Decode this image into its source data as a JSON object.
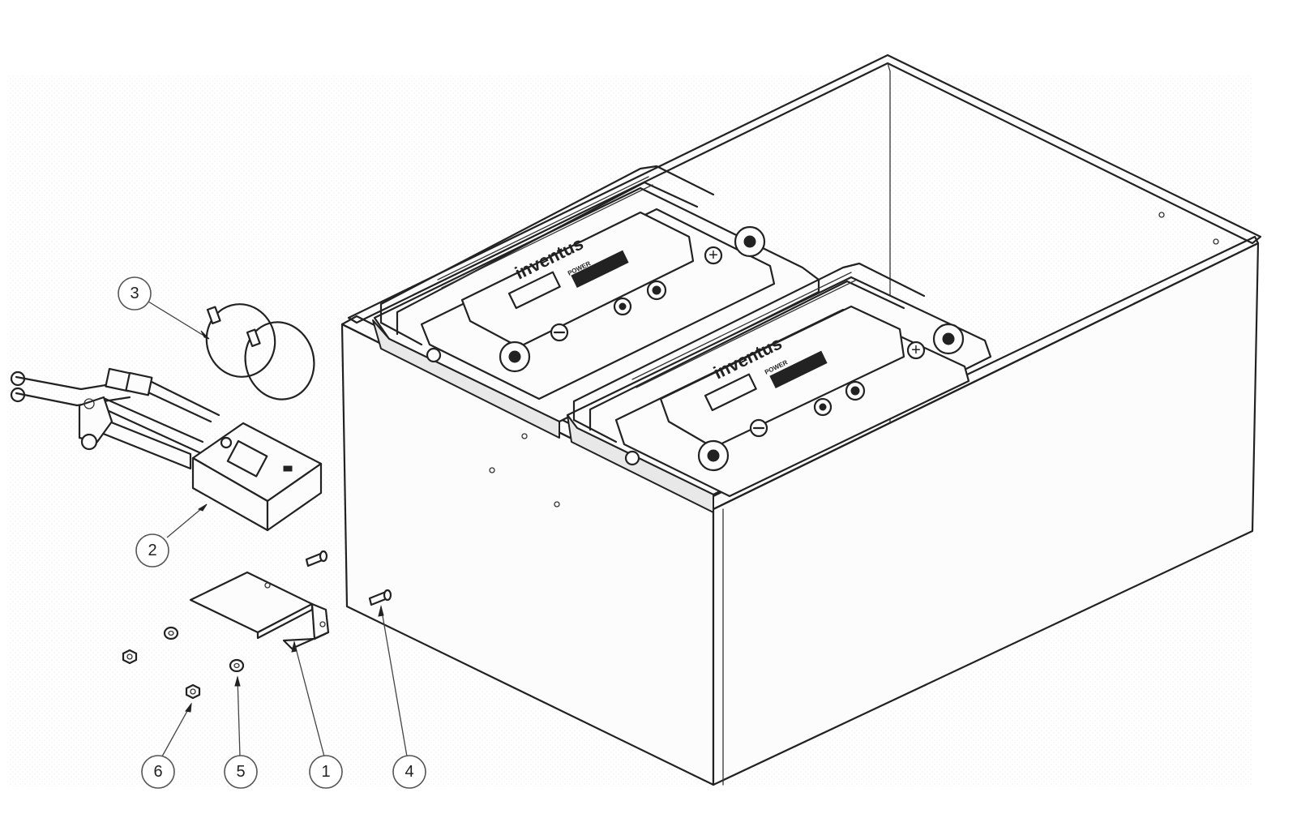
{
  "diagram": {
    "callouts": [
      {
        "id": "callout-1",
        "label": "1"
      },
      {
        "id": "callout-2",
        "label": "2"
      },
      {
        "id": "callout-3",
        "label": "3"
      },
      {
        "id": "callout-4",
        "label": "4"
      },
      {
        "id": "callout-5",
        "label": "5"
      },
      {
        "id": "callout-6",
        "label": "6"
      }
    ],
    "battery_brand": "inventus",
    "battery_brand_sub": "POWER"
  }
}
